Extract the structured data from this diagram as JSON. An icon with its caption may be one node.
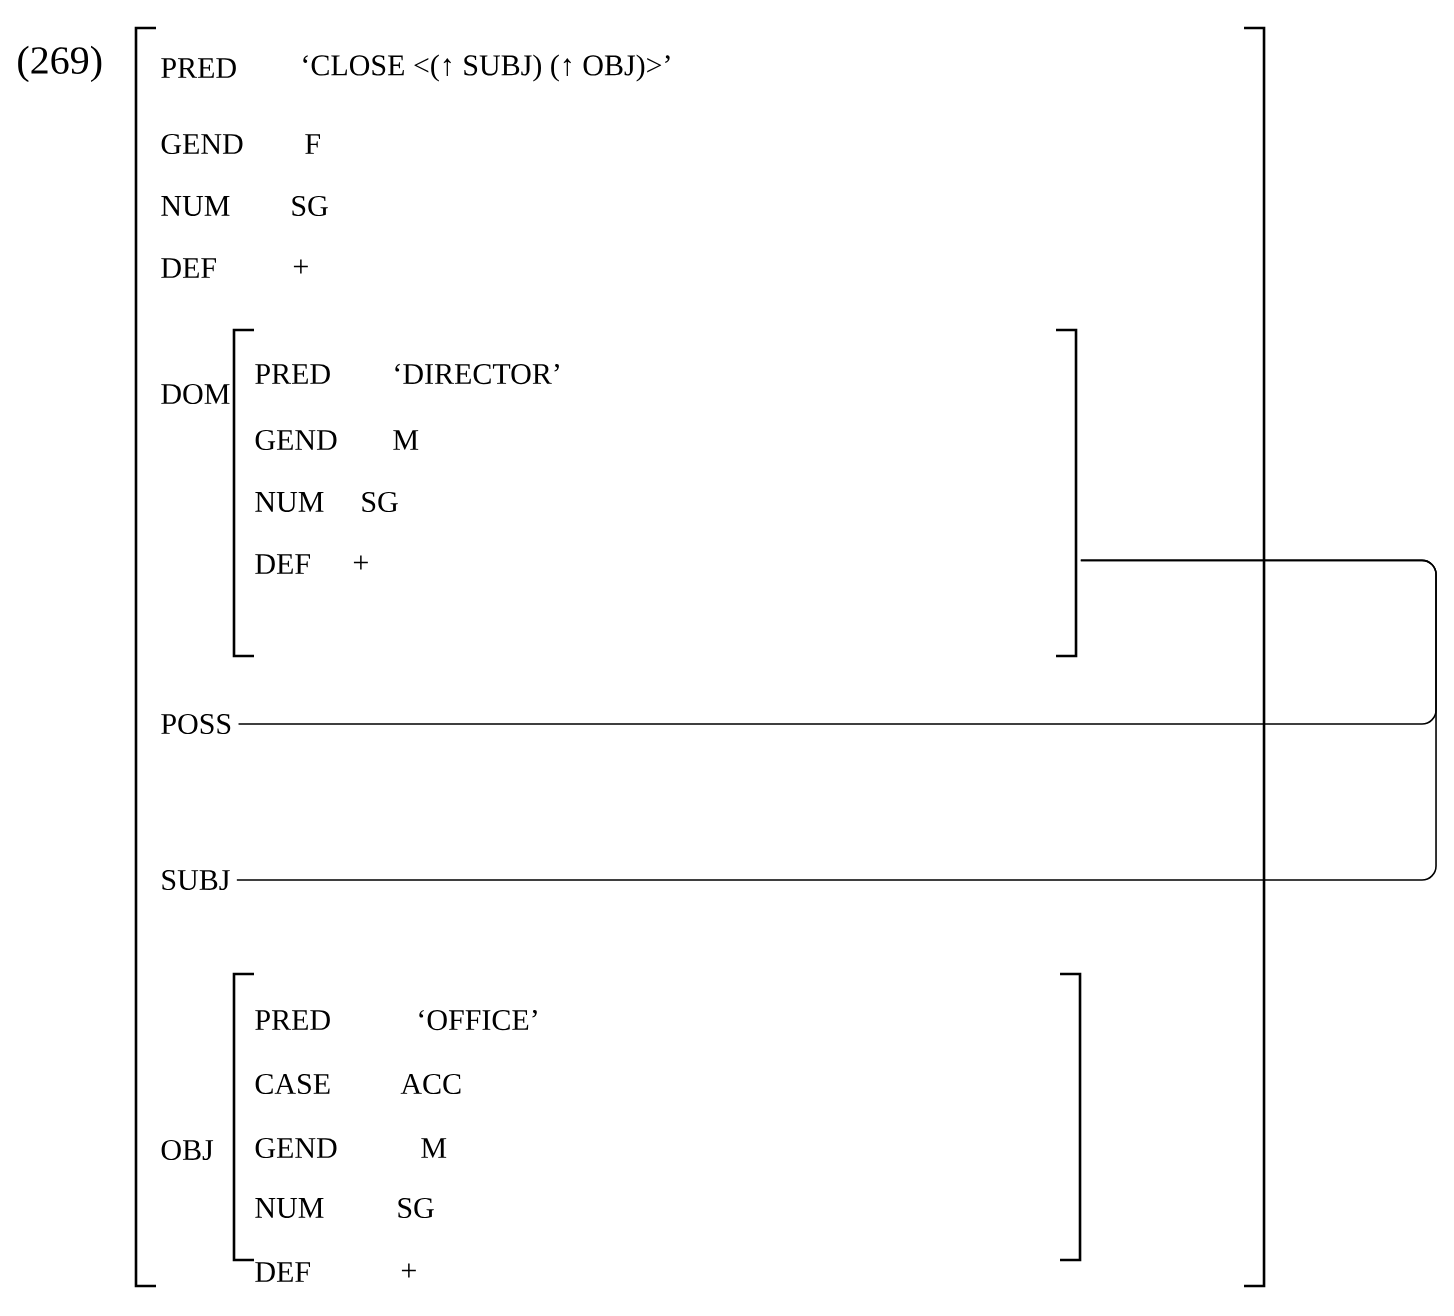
{
  "diagram": {
    "nodes": [
      {
        "text": [
          "PRED",
          "‘CLOSE <(↑ SUBJ) (↑ OBJ)>’",
          "GEND",
          "F",
          "NUM",
          "SG",
          "DEF",
          "+",
          "DOM",
          "OBJ"
        ]
      },
      {
        "text": [
          "PRED",
          "‘DIRECTOR’",
          "GEND",
          "M",
          "NUM",
          "SG",
          "DEF",
          "+"
        ],
        "in": 0
      },
      {
        "text": [
          "POSS"
        ],
        "in": 0
      },
      {
        "text": [
          "SUBJ"
        ],
        "in": 0
      },
      {
        "text": [
          "PRED",
          "‘OFFICE’",
          "CASE",
          "ACC",
          "GEND",
          "M",
          "NUM",
          "SG",
          "DEF",
          "+"
        ],
        "in": 0
      }
    ],
    "edges": [
      {
        "from": 2,
        "to": 1,
        "arrow": "none"
      },
      {
        "from": 3,
        "to": 1,
        "arrow": "none"
      }
    ],
    "labels": [
      "(269)"
    ]
  }
}
